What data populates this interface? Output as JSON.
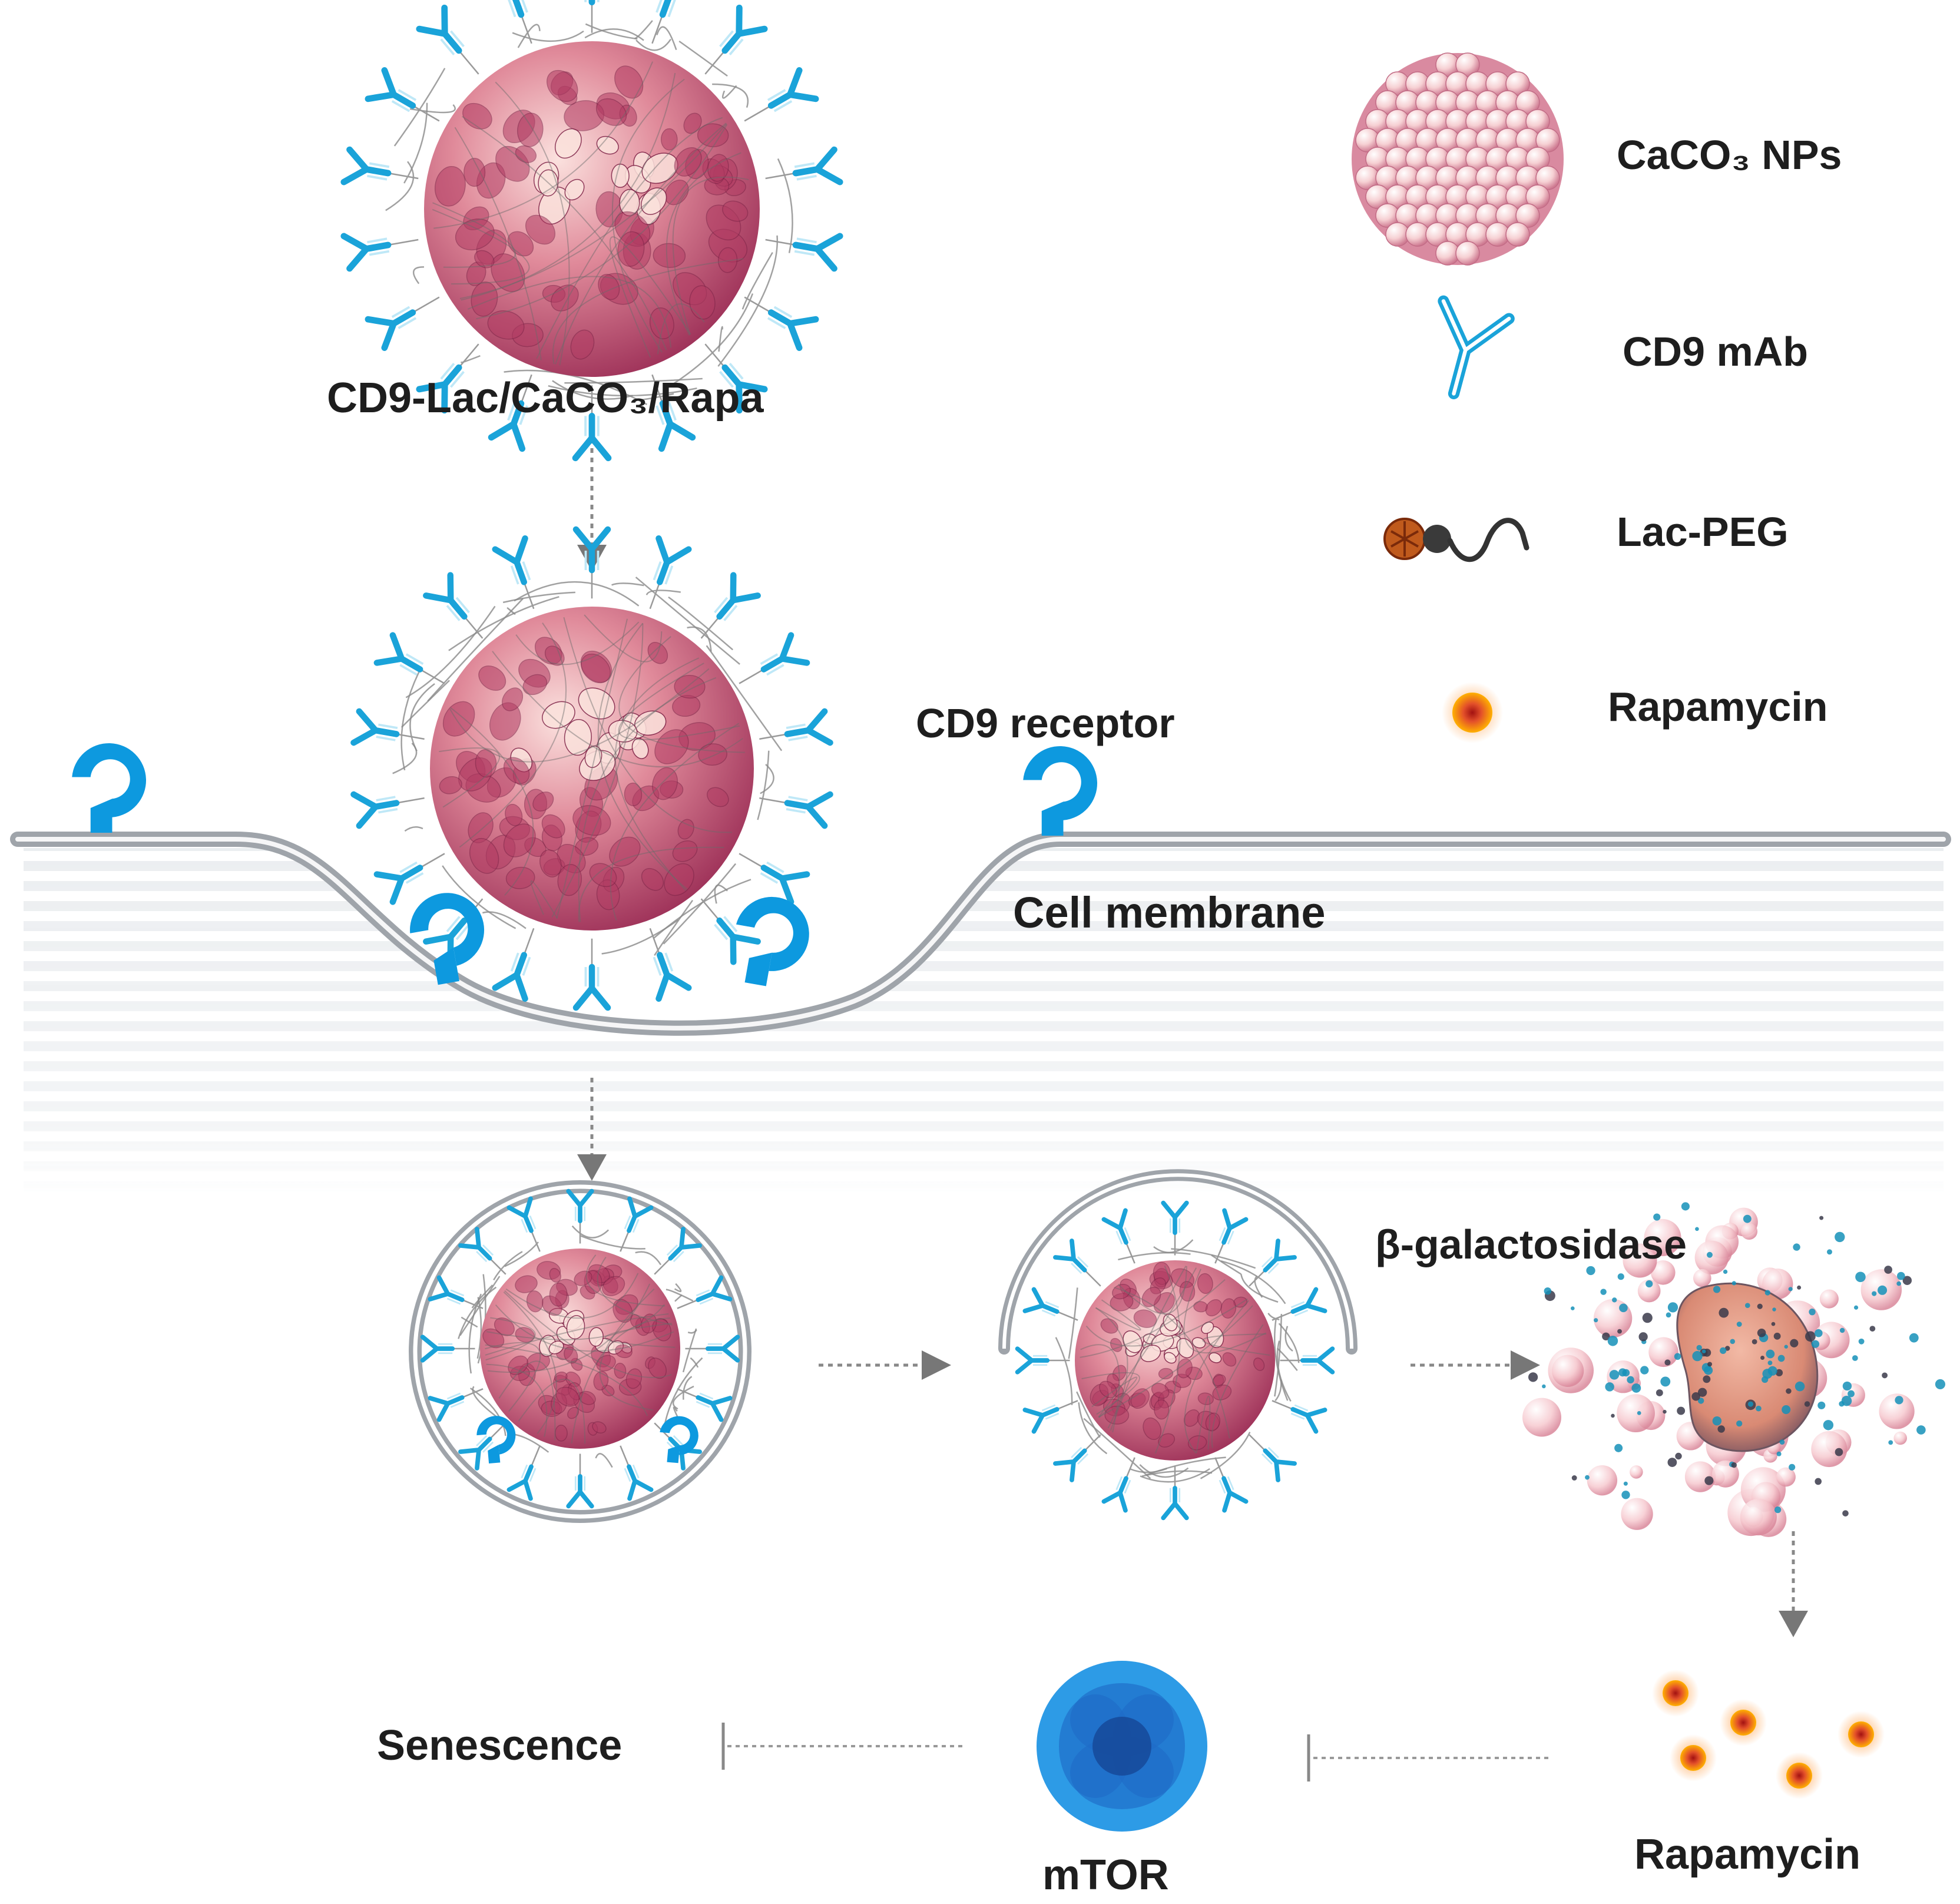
{
  "labels": {
    "main_particle": "CD9-Lac/CaCO₃/Rapa",
    "cd9_receptor": "CD9 receptor",
    "cell_membrane": "Cell membrane",
    "beta_gal": "β-galactosidase",
    "senescence": "Senescence",
    "mtor": "mTOR",
    "rapamycin_bottom": "Rapamycin"
  },
  "legend": [
    {
      "label": "CaCO₃ NPs",
      "icon": "caco3-nanoparticle-icon"
    },
    {
      "label": "CD9 mAb",
      "icon": "antibody-icon"
    },
    {
      "label": "Lac-PEG",
      "icon": "lac-peg-icon"
    },
    {
      "label": "Rapamycin",
      "icon": "rapamycin-icon"
    }
  ],
  "colors": {
    "antibody": "#1aa3d9",
    "receptor": "#0d99df",
    "particle": "#c9557a",
    "membrane": "#9fa4aa",
    "mtor": "#2b7fd0",
    "rapamycin": "#e3502a",
    "arrow": "#777777"
  }
}
